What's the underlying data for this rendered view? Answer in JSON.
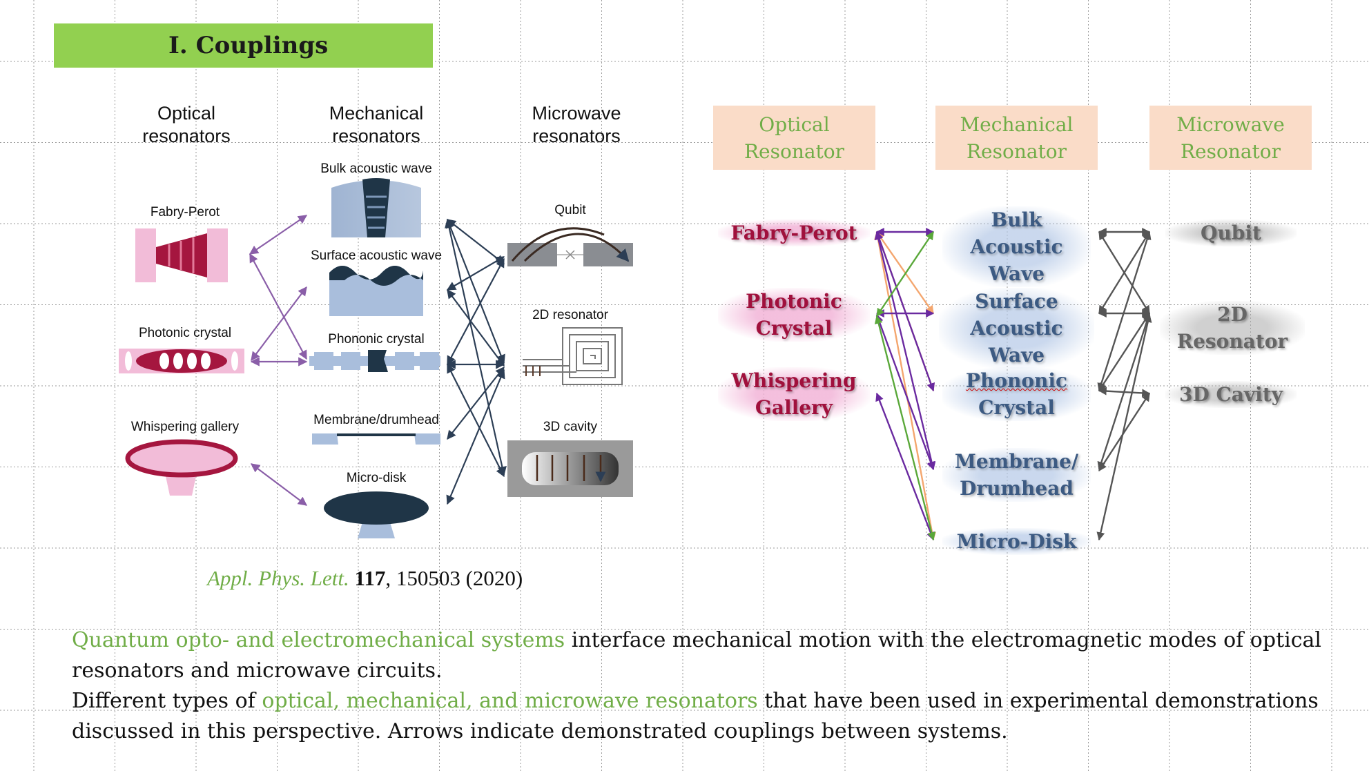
{
  "slide_title": "I. Couplings",
  "left_figure": {
    "headers": [
      "Optical\nresonators",
      "Mechanical\nresonators",
      "Microwave\nresonators"
    ],
    "optical_labels": [
      "Fabry-Perot",
      "Photonic crystal",
      "Whispering gallery"
    ],
    "mechanical_labels": [
      "Bulk acoustic wave",
      "Surface acoustic wave",
      "Phononic crystal",
      "Membrane/drumhead",
      "Micro-disk"
    ],
    "microwave_labels": [
      "Qubit",
      "2D resonator",
      "3D cavity"
    ]
  },
  "right_diagram": {
    "headers": [
      {
        "line1": "Optical",
        "line2": "Resonator"
      },
      {
        "line1": "Mechanical",
        "line2": "Resonator"
      },
      {
        "line1": "Microwave",
        "line2": "Resonator"
      }
    ],
    "optical_nodes": [
      {
        "line1": "Fabry-Perot",
        "line2": ""
      },
      {
        "line1": "Photonic",
        "line2": "Crystal"
      },
      {
        "line1": "Whispering",
        "line2": "Gallery"
      }
    ],
    "mechanical_nodes": [
      {
        "line1": "Bulk Acoustic",
        "line2": "Wave"
      },
      {
        "line1": "Surface",
        "line2": "Acoustic Wave"
      },
      {
        "line1": "Phononic",
        "line2": "Crystal"
      },
      {
        "line1": "Membrane/",
        "line2": "Drumhead"
      },
      {
        "line1": "Micro-Disk",
        "line2": ""
      }
    ],
    "microwave_nodes": [
      {
        "line1": "Qubit",
        "line2": ""
      },
      {
        "line1": "2D Resonator",
        "line2": ""
      },
      {
        "line1": "3D Cavity",
        "line2": ""
      }
    ]
  },
  "citation": {
    "journal": "Appl. Phys. Lett.",
    "volume": "117",
    "rest": ", 150503 (2020)"
  },
  "paragraph": {
    "s1_green": "Quantum opto- and electromechanical systems",
    "s1_rest": " interface mechanical motion with the electromagnetic modes of optical resonators and microwave circuits.",
    "s2_a": "Different types of ",
    "s2_green": "optical, mechanical, and microwave resonators",
    "s2_b": " that have been used in experimental demonstrations discussed in this perspective. Arrows indicate demonstrated couplings between systems."
  },
  "colors": {
    "accent_green": "#92d050",
    "text_green": "#70ad47",
    "box_peach": "#fadcc8",
    "optical_red": "#a0103c",
    "mech_blue": "#3c5a82",
    "arrow_purple": "#8a5ea8",
    "arrow_navy": "#2c3e55"
  }
}
